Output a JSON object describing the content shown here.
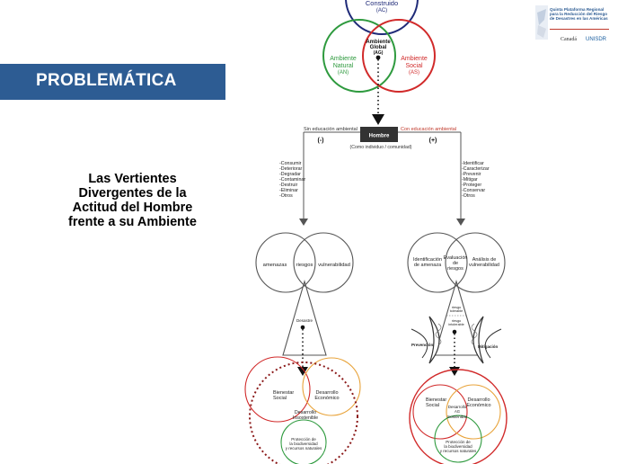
{
  "banner": {
    "title": "PROBLEMÁTICA"
  },
  "heading": {
    "lines": [
      "Las Vertientes",
      "Divergentes de la",
      "Actitud del Hombre",
      "frente a su Ambiente"
    ]
  },
  "logo": {
    "text": "Quinta Plataforma Regional para la Reducción del Riesgo de Desastres en las Américas",
    "partners": [
      "Canadá",
      "UNISDR"
    ]
  },
  "venn_top": {
    "construido": "Construido",
    "construido_abbr": "(AC)",
    "natural_1": "Ambiente",
    "natural_2": "Natural",
    "natural_abbr": "(AN)",
    "social_1": "Ambiente",
    "social_2": "Social",
    "social_abbr": "(AS)",
    "global_1": "Ambiente",
    "global_2": "Global",
    "global_abbr": "(AG)"
  },
  "hombre": {
    "label": "Hombre",
    "sin": "Sin educación ambiental",
    "con": "Con educación ambiental",
    "minus": "(-)",
    "plus": "(+)",
    "sub": "(Como individuo / comunidad)"
  },
  "left_actions": [
    "-Consumir",
    "-Deteriorar",
    "-Degradar",
    "-Contaminar",
    "-Destruir",
    "-Eliminar",
    "-Otros"
  ],
  "right_actions": [
    "-Identificar",
    "-Caracterizar",
    "-Prevenir",
    "-Mitigar",
    "-Proteger",
    "-Conservar",
    "-Otros"
  ],
  "left_branch": {
    "amenazas": "amenazas",
    "riesgos": "riesgos",
    "vulnerabilidad": "vulnerabilidad",
    "desastre": "Desastre",
    "bienestar_1": "Bienestar",
    "bienestar_2": "Social",
    "desarrollo_1": "Desarrollo",
    "desarrollo_2": "Económico",
    "insost_1": "Desarrollo",
    "insost_2": "Insostenible",
    "prot_1": "Protección de",
    "prot_2": "la biodiversidad",
    "prot_3": "y recursos naturales"
  },
  "right_branch": {
    "ident_1": "Identificación",
    "ident_2": "de amenaza",
    "eval_1": "Evaluación",
    "eval_2": "de",
    "eval_3": "riesgos",
    "anal_1": "Análisis de",
    "anal_2": "vulnerabilidad",
    "rt_1": "riesgo",
    "rt_2": "tolerable",
    "ri_1": "riesgo",
    "ri_2": "intolerable",
    "prevencion": "Prevención",
    "mitigacion": "Mitigación",
    "bienestar_1": "Bienestar",
    "bienestar_2": "Social",
    "desarrollo_1": "Desarrollo",
    "desarrollo_2": "Económico",
    "sost_1": "Desarrollo",
    "sost_2": "AG",
    "sost_3": "Sostenible",
    "prot_1": "Protección de",
    "prot_2": "la biodiversidad",
    "prot_3": "y recursos naturales"
  },
  "colors": {
    "banner": "#2d5c93",
    "green": "#2e9a3e",
    "red": "#d12a2a",
    "navy": "#1f2a78",
    "orange": "#e8a33a",
    "darkred": "#8b1a1a"
  }
}
